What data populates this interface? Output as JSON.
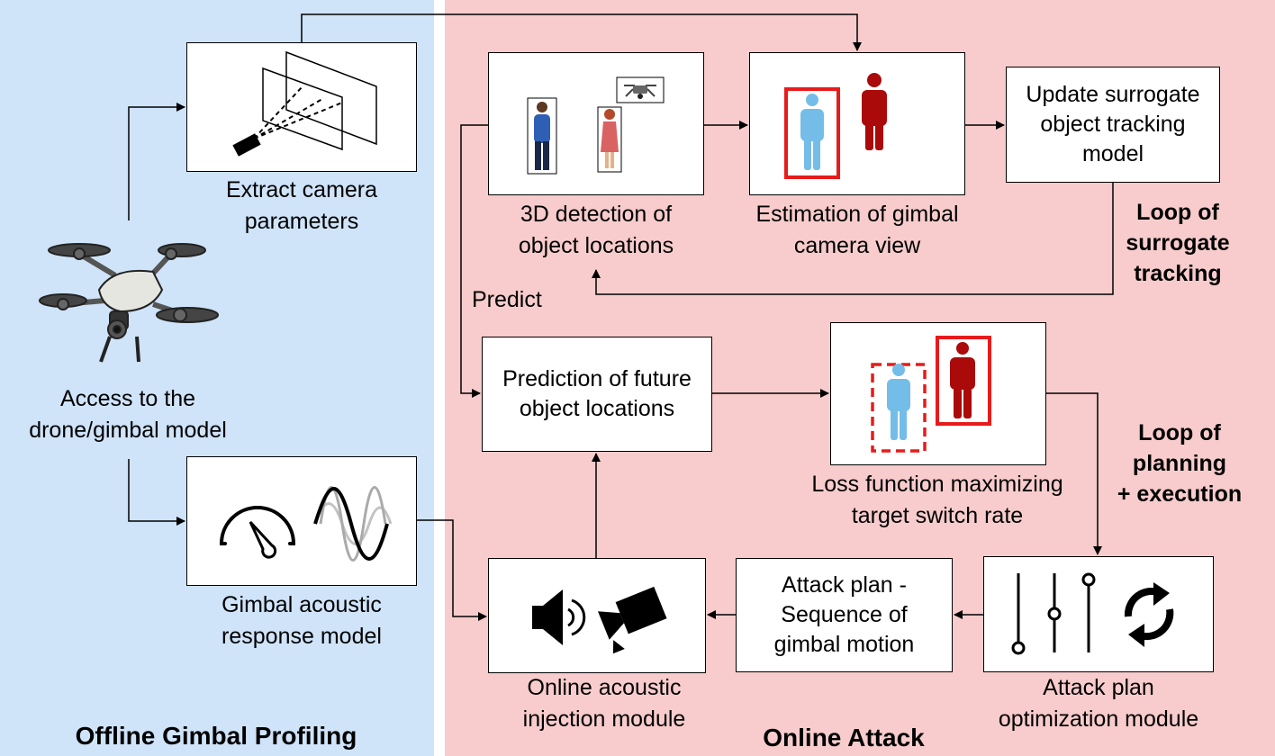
{
  "panels": {
    "offline_title": "Offline Gimbal Profiling",
    "online_title": "Online Attack"
  },
  "offline": {
    "drone_label": [
      "Access to the",
      "drone/gimbal model"
    ],
    "extract_label": [
      "Extract camera",
      "parameters"
    ],
    "gimbal_label": [
      "Gimbal acoustic",
      "response model"
    ]
  },
  "online": {
    "detection_label": [
      "3D detection of",
      "object locations"
    ],
    "estimation_label": [
      "Estimation of gimbal",
      "camera view"
    ],
    "update_box": [
      "Update surrogate",
      "object tracking",
      "model"
    ],
    "loop_surrogate": [
      "Loop of",
      "surrogate",
      "tracking"
    ],
    "predict_label": "Predict",
    "prediction_box": [
      "Prediction of future",
      "object locations"
    ],
    "loss_label": [
      "Loss function maximizing",
      "target switch rate"
    ],
    "loop_planning": [
      "Loop of",
      "planning",
      "+ execution"
    ],
    "attack_plan_box": [
      "Attack plan -",
      "Sequence of",
      "gimbal motion"
    ],
    "optimization_label": [
      "Attack plan",
      "optimization module"
    ],
    "injection_label": [
      "Online acoustic",
      "injection module"
    ]
  },
  "colors": {
    "offline_bg": "#cfe3f9",
    "online_bg": "#f8cccc",
    "target_red": "#aa0a0a",
    "victim_blue": "#74bde8",
    "box_red": "#e81b1b"
  }
}
